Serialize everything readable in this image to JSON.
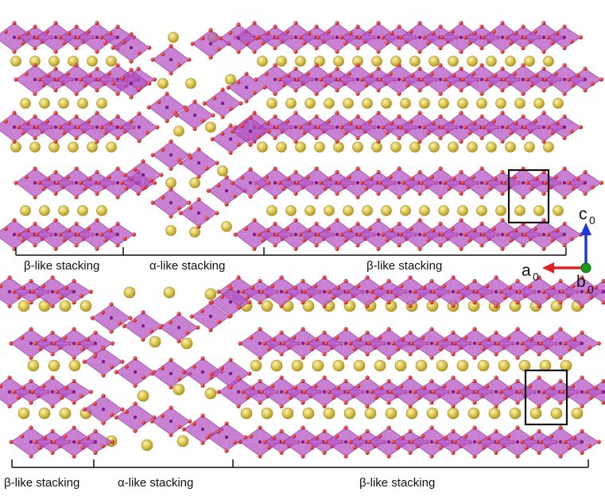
{
  "colors": {
    "octahedron": "#b24fc0",
    "octahedron_edge": "#8a2d99",
    "oxygen": "#d21f1f",
    "cation": "#d9c24a",
    "cation_highlight": "#f6ec9a",
    "cell_box": "#111111",
    "axis_a": "#e02020",
    "axis_b": "#1a9a1a",
    "axis_c": "#1a3ad6"
  },
  "panels": [
    {
      "id": "top",
      "segments": [
        {
          "label": "β-like stacking"
        },
        {
          "label": "α-like stacking"
        },
        {
          "label": "β-like stacking"
        }
      ]
    },
    {
      "id": "bottom",
      "segments": [
        {
          "label": "β-like stacking"
        },
        {
          "label": "α-like stacking"
        },
        {
          "label": "β-like stacking"
        }
      ]
    }
  ],
  "axes": {
    "a": {
      "letter": "a",
      "sub": "0"
    },
    "b": {
      "letter": "b",
      "sub": "0"
    },
    "c": {
      "letter": "c",
      "sub": "0"
    }
  }
}
